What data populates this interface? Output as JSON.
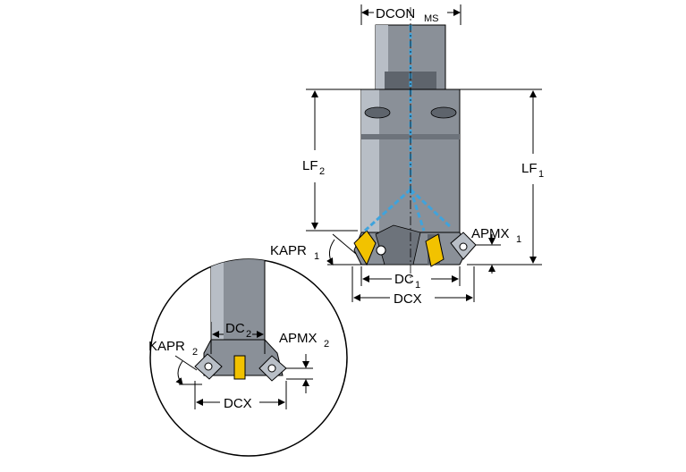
{
  "labels": {
    "dcon": "DCON",
    "dcon_sub": "MS",
    "lf2": "LF",
    "lf2_sub": "2",
    "lf1": "LF",
    "lf1_sub": "1",
    "apmx1": "APMX",
    "apmx1_sub": "1",
    "kapr1": "KAPR",
    "kapr1_sub": "1",
    "dc1": "DC",
    "dc1_sub": "1",
    "dcx_main": "DCX",
    "dc2": "DC",
    "dc2_sub": "2",
    "apmx2": "APMX",
    "apmx2_sub": "2",
    "kapr2": "KAPR",
    "kapr2_sub": "2",
    "dcx_detail": "DCX"
  },
  "colors": {
    "tool_body": "#8a9098",
    "tool_dark": "#5e646c",
    "tool_light": "#b8bec6",
    "coolant": "#3fa3dc",
    "insert_yellow": "#f2c200",
    "line": "#000000"
  }
}
